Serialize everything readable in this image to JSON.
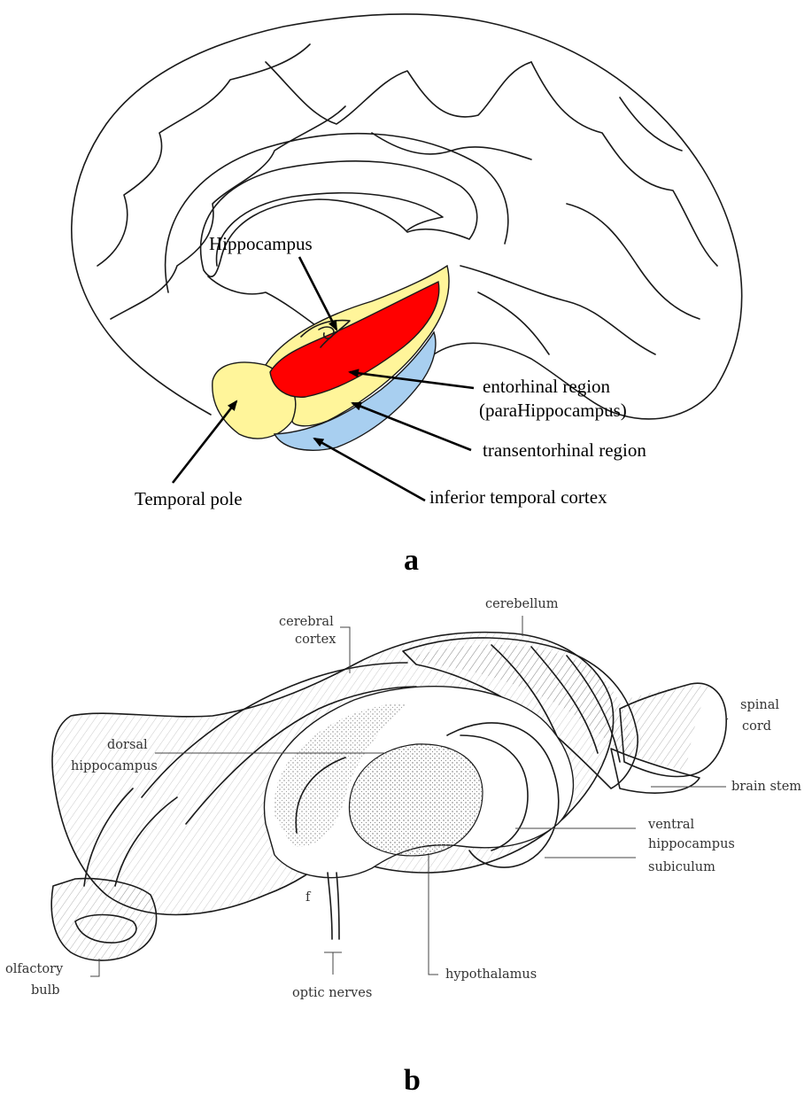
{
  "panel_a": {
    "panel_label": "a",
    "labels": {
      "hippocampus": "Hippocampus",
      "entorhinal_line1": "entorhinal region",
      "entorhinal_line2": "(paraHippocampus)",
      "transentorhinal": "transentorhinal region",
      "temporal_pole": "Temporal pole",
      "inferior_temporal": "inferior temporal cortex"
    },
    "colors": {
      "yellow": "#fff59a",
      "red": "#ff0000",
      "blue": "#a8cff0"
    }
  },
  "panel_b": {
    "panel_label": "b",
    "labels": {
      "cerebral_cortex_1": "cerebral",
      "cerebral_cortex_2": "cortex",
      "cerebellum": "cerebellum",
      "spinal_cord_1": "spinal",
      "spinal_cord_2": "cord",
      "dorsal_hippocampus_1": "dorsal",
      "dorsal_hippocampus_2": "hippocampus",
      "brain_stem": "brain stem",
      "ventral_hippocampus_1": "ventral",
      "ventral_hippocampus_2": "hippocampus",
      "subiculum": "subiculum",
      "fornix": "f",
      "olfactory_bulb_1": "olfactory",
      "olfactory_bulb_2": "bulb",
      "optic_nerves": "optic nerves",
      "hypothalamus": "hypothalamus"
    }
  }
}
